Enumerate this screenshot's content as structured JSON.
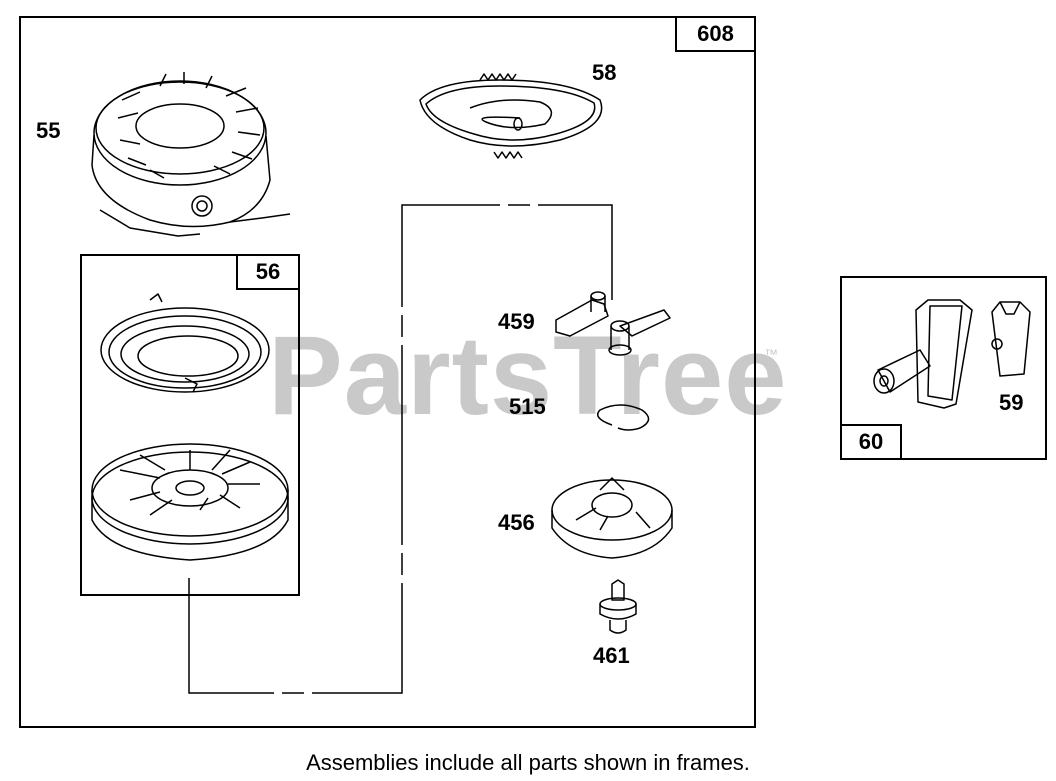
{
  "frames": {
    "main_tag": "608",
    "sub_tag": "56",
    "side_tag": "60"
  },
  "parts": {
    "p55": "55",
    "p58": "58",
    "p459": "459",
    "p515": "515",
    "p456": "456",
    "p461": "461",
    "p59": "59"
  },
  "watermark": {
    "text": "PartsTree",
    "tm": "™"
  },
  "caption": "Assemblies include all parts shown in frames.",
  "colors": {
    "line": "#000000",
    "watermark": "#c9c9c9",
    "background": "#ffffff"
  }
}
